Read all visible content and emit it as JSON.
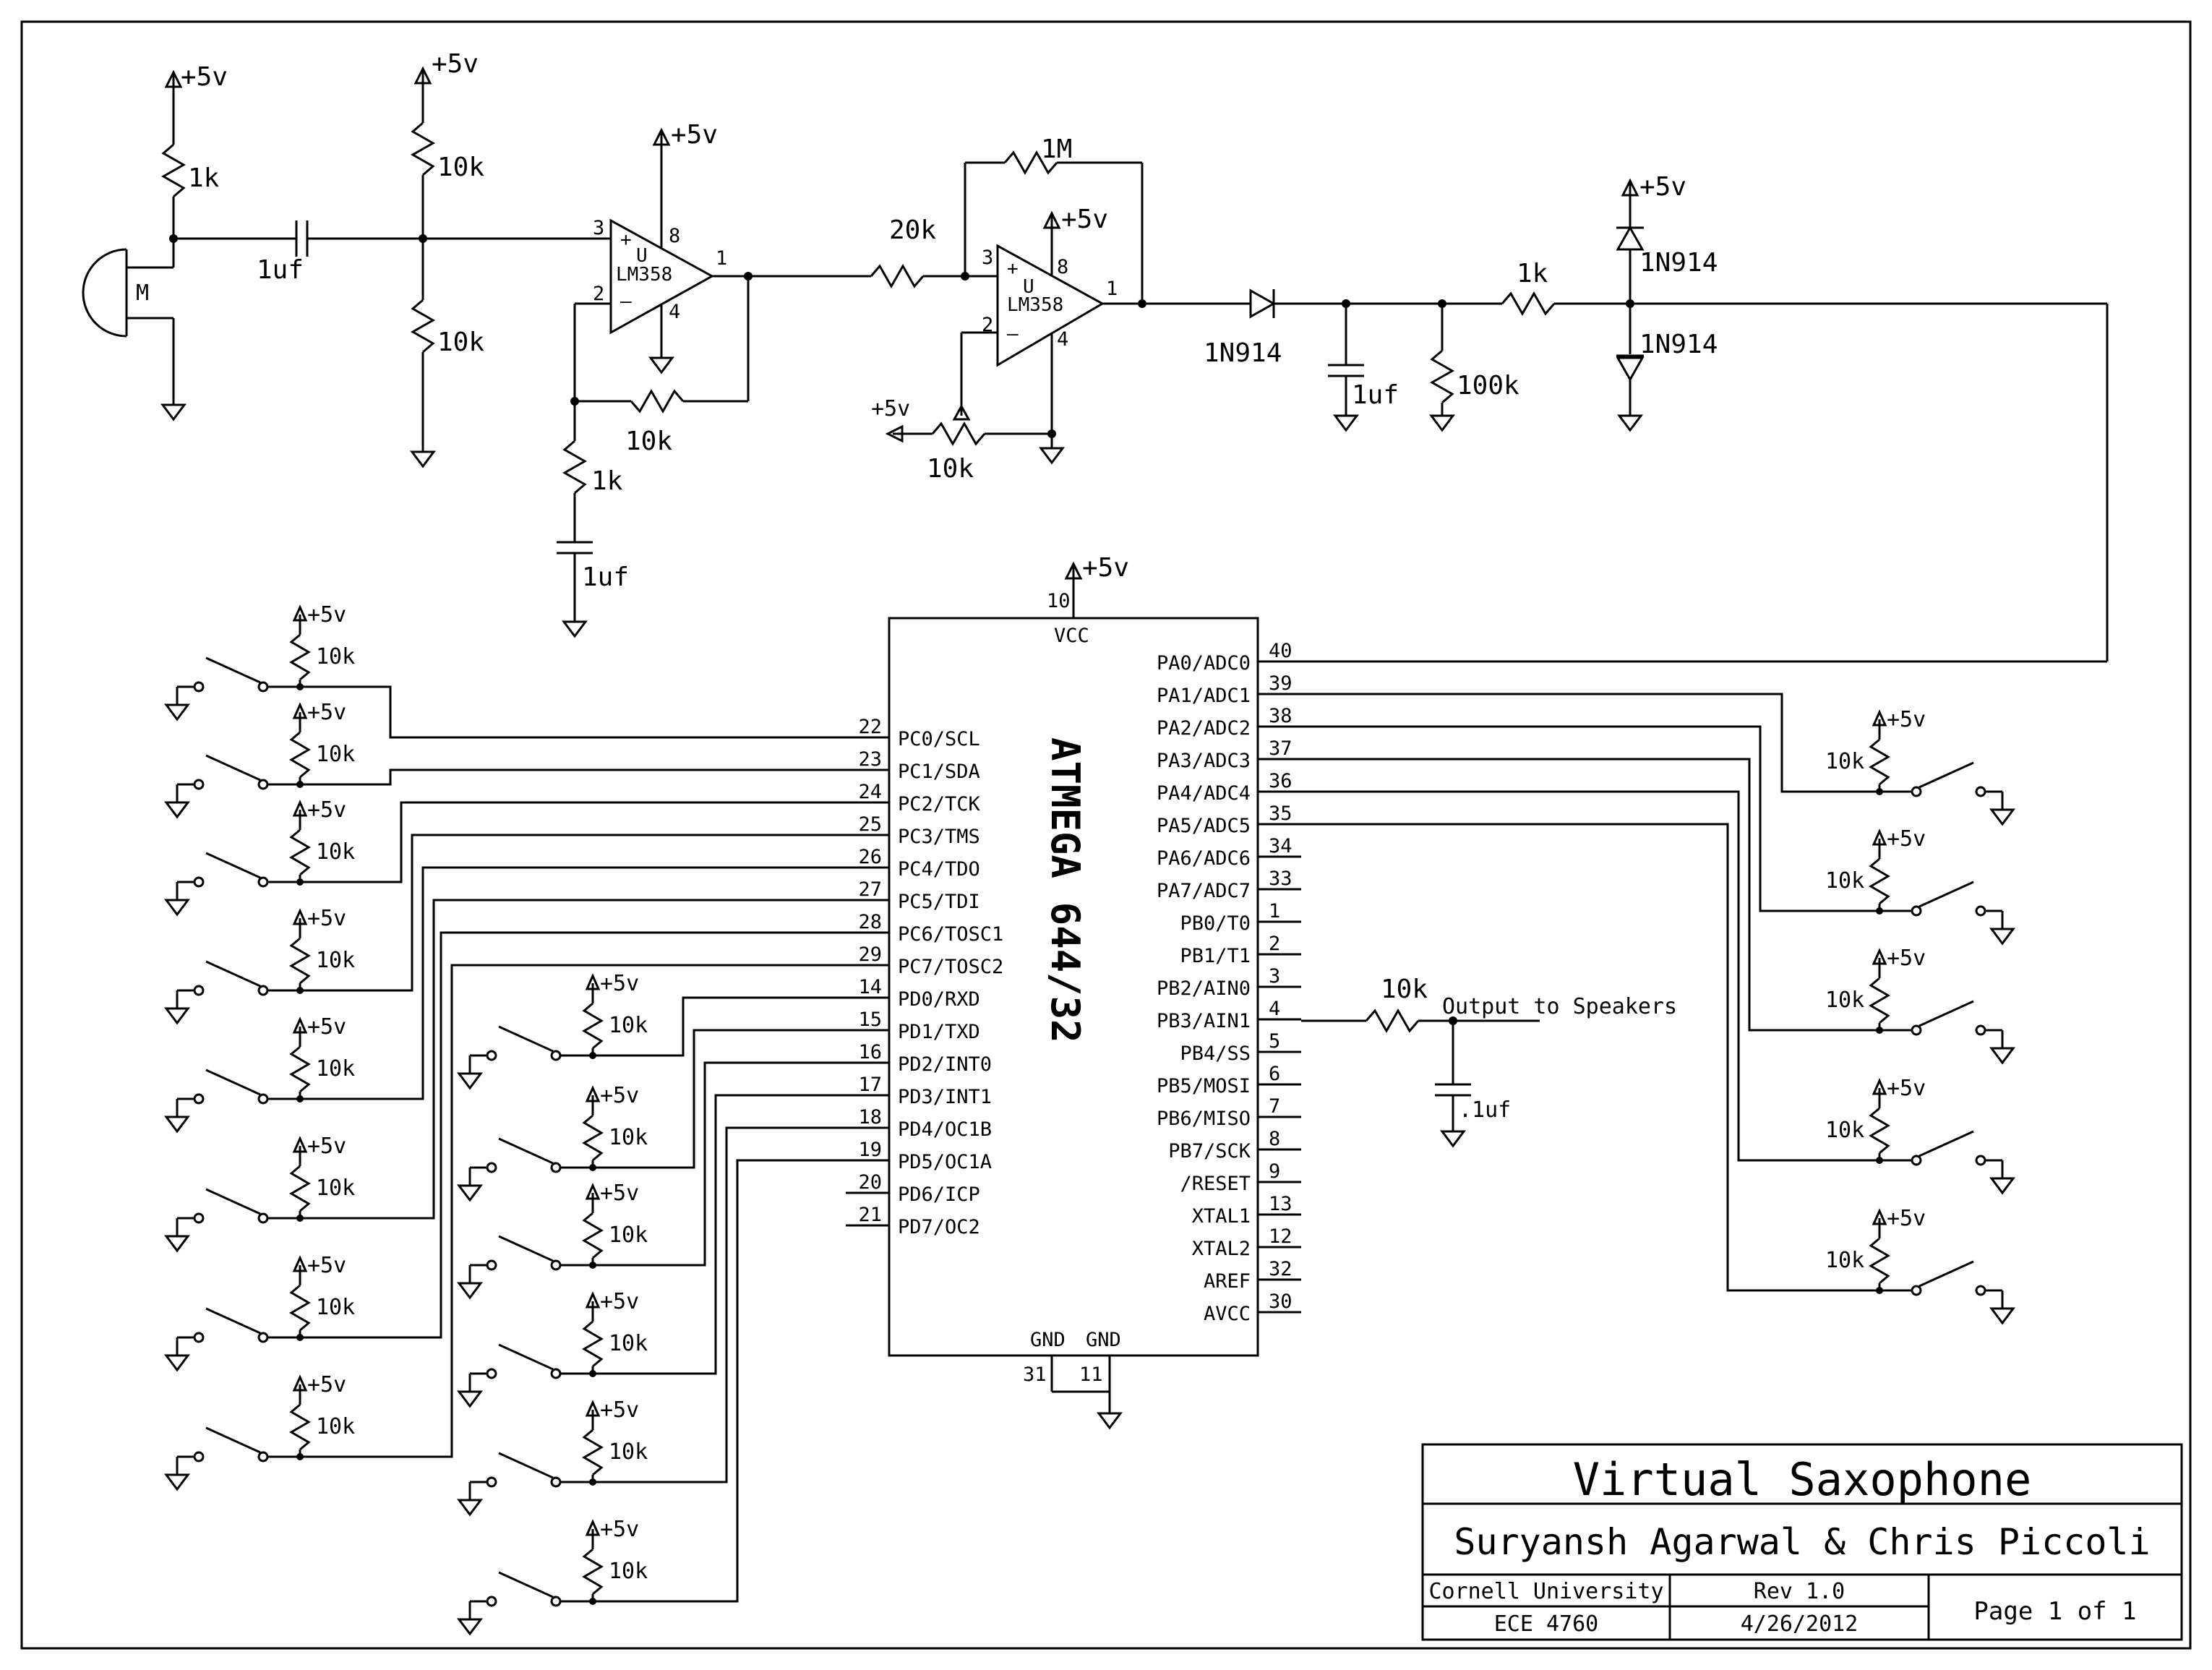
{
  "supplies": {
    "vcc": "+5v",
    "pot_ref": "+5v"
  },
  "mic": {
    "label": "M"
  },
  "front_end": {
    "r_mic": "1k",
    "c_in": "1uf",
    "r_bias_top": "10k",
    "r_bias_bot": "10k",
    "r_feedback1": "10k",
    "r_gain1": "1k",
    "c_gain1": "1uf",
    "r_in2": "20k",
    "r_feedback2": "1M",
    "pot": "10k",
    "d1": "1N914",
    "c_peak": "1uf",
    "r_peak": "100k",
    "r_series": "1k",
    "d_clamp_top": "1N914",
    "d_clamp_bot": "1N914"
  },
  "opamps": [
    {
      "name": "LM358",
      "unit": "U",
      "pin_plus": "3",
      "pin_minus": "2",
      "pin_out": "1",
      "pin_vcc": "8",
      "pin_gnd": "4"
    },
    {
      "name": "LM358",
      "unit": "U",
      "pin_plus": "3",
      "pin_minus": "2",
      "pin_out": "1",
      "pin_vcc": "8",
      "pin_gnd": "4"
    }
  ],
  "mcu": {
    "name": "ATMEGA 644/32",
    "vcc_label": "VCC",
    "vcc_pin": "10",
    "gnd_labels": [
      "GND",
      "GND"
    ],
    "gnd_pins": [
      "31",
      "11"
    ],
    "left_pins": [
      {
        "label": "PC0/SCL",
        "num": "22"
      },
      {
        "label": "PC1/SDA",
        "num": "23"
      },
      {
        "label": "PC2/TCK",
        "num": "24"
      },
      {
        "label": "PC3/TMS",
        "num": "25"
      },
      {
        "label": "PC4/TDO",
        "num": "26"
      },
      {
        "label": "PC5/TDI",
        "num": "27"
      },
      {
        "label": "PC6/TOSC1",
        "num": "28"
      },
      {
        "label": "PC7/TOSC2",
        "num": "29"
      },
      {
        "label": "PD0/RXD",
        "num": "14"
      },
      {
        "label": "PD1/TXD",
        "num": "15"
      },
      {
        "label": "PD2/INT0",
        "num": "16"
      },
      {
        "label": "PD3/INT1",
        "num": "17"
      },
      {
        "label": "PD4/OC1B",
        "num": "18"
      },
      {
        "label": "PD5/OC1A",
        "num": "19"
      },
      {
        "label": "PD6/ICP",
        "num": "20"
      },
      {
        "label": "PD7/OC2",
        "num": "21"
      }
    ],
    "right_pins": [
      {
        "label": "PA0/ADC0",
        "num": "40"
      },
      {
        "label": "PA1/ADC1",
        "num": "39"
      },
      {
        "label": "PA2/ADC2",
        "num": "38"
      },
      {
        "label": "PA3/ADC3",
        "num": "37"
      },
      {
        "label": "PA4/ADC4",
        "num": "36"
      },
      {
        "label": "PA5/ADC5",
        "num": "35"
      },
      {
        "label": "PA6/ADC6",
        "num": "34"
      },
      {
        "label": "PA7/ADC7",
        "num": "33"
      },
      {
        "label": "PB0/T0",
        "num": "1"
      },
      {
        "label": "PB1/T1",
        "num": "2"
      },
      {
        "label": "PB2/AIN0",
        "num": "3"
      },
      {
        "label": "PB3/AIN1",
        "num": "4"
      },
      {
        "label": "PB4/SS",
        "num": "5"
      },
      {
        "label": "PB5/MOSI",
        "num": "6"
      },
      {
        "label": "PB6/MISO",
        "num": "7"
      },
      {
        "label": "PB7/SCK",
        "num": "8"
      },
      {
        "label": "/RESET",
        "num": "9"
      },
      {
        "label": "XTAL1",
        "num": "13"
      },
      {
        "label": "XTAL2",
        "num": "12"
      },
      {
        "label": "AREF",
        "num": "32"
      },
      {
        "label": "AVCC",
        "num": "30"
      }
    ]
  },
  "output": {
    "label": "Output to Speakers",
    "r": "10k",
    "c": ".1uf"
  },
  "button_pullup": {
    "supply": "+5v",
    "r": "10k"
  },
  "title_block": {
    "title": "Virtual Saxophone",
    "authors": "Suryansh Agarwal & Chris Piccoli",
    "org": "Cornell University",
    "course": "ECE 4760",
    "rev": "Rev 1.0",
    "date": "4/26/2012",
    "page": "Page 1 of 1"
  }
}
